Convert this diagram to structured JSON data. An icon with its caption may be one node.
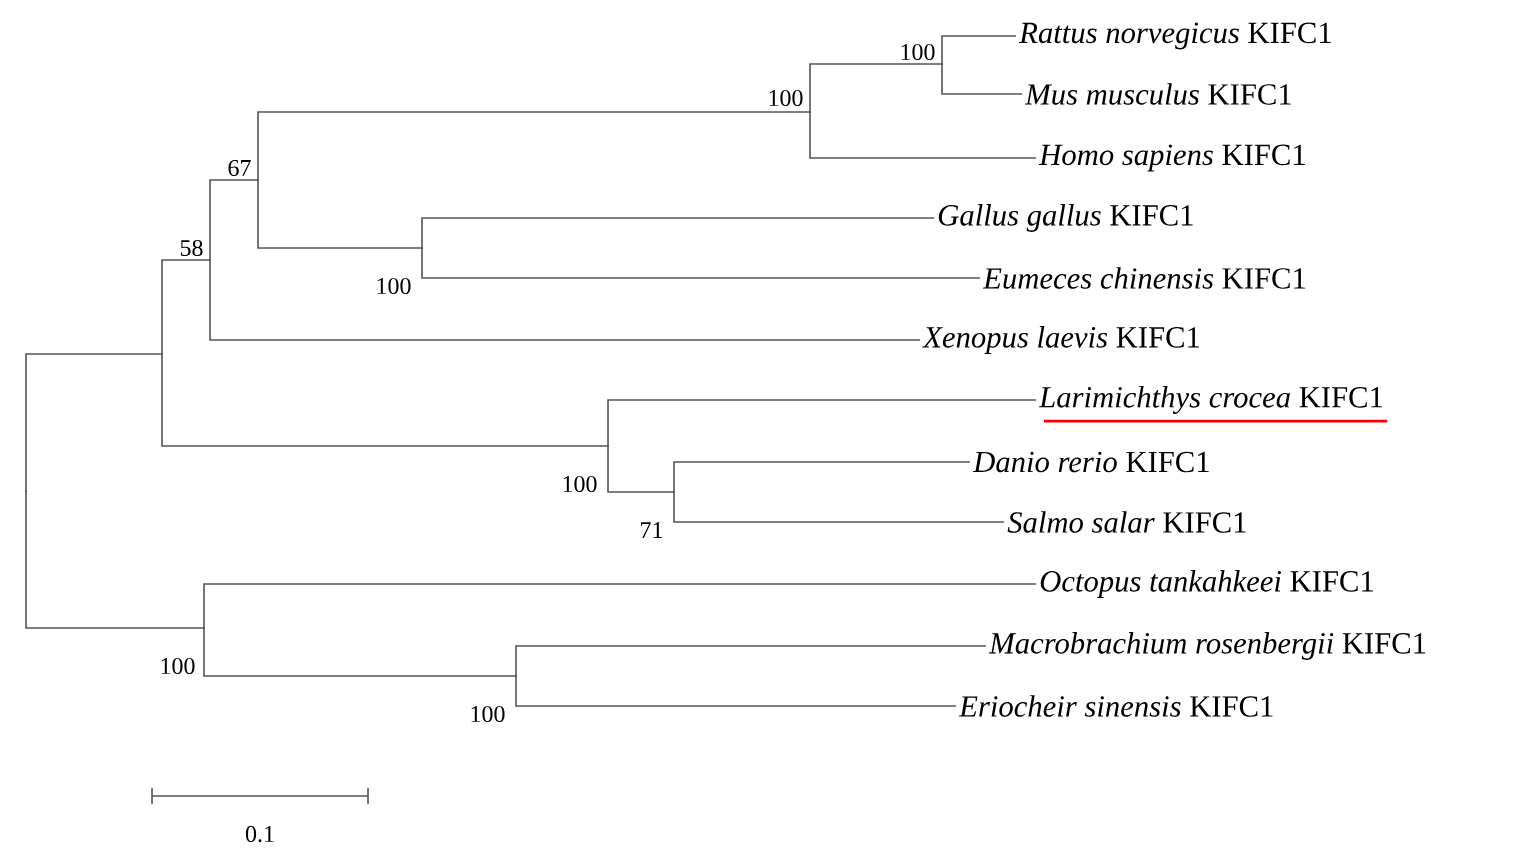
{
  "diagram": {
    "nodes": [
      {
        "text": [],
        "shape": "point"
      },
      {
        "text": [],
        "shape": "point"
      },
      {
        "text": [],
        "shape": "point",
        "beside": [
          "58"
        ]
      },
      {
        "text": [],
        "shape": "point",
        "beside": [
          "67"
        ]
      },
      {
        "text": [],
        "shape": "point",
        "beside": [
          "100"
        ]
      },
      {
        "text": [],
        "shape": "point",
        "beside": [
          "100"
        ]
      },
      {
        "text": [
          "*Rattus norvegicus* KIFC1"
        ]
      },
      {
        "text": [
          "*Mus musculus* KIFC1"
        ]
      },
      {
        "text": [
          "*Homo sapiens* KIFC1"
        ]
      },
      {
        "text": [],
        "shape": "point",
        "beside": [
          "100"
        ]
      },
      {
        "text": [
          "*Gallus gallus* KIFC1"
        ]
      },
      {
        "text": [
          "*Eumeces chinensis* KIFC1"
        ]
      },
      {
        "text": [
          "*Xenopus laevis* KIFC1"
        ]
      },
      {
        "text": [],
        "shape": "point",
        "beside": [
          "100"
        ]
      },
      {
        "text": [
          "*Larimichthys crocea* KIFC1"
        ]
      },
      {
        "text": [],
        "shape": "point",
        "beside": [
          "71"
        ]
      },
      {
        "text": [
          "*Danio rerio* KIFC1"
        ]
      },
      {
        "text": [
          "*Salmo salar* KIFC1"
        ]
      },
      {
        "text": [],
        "shape": "point",
        "beside": [
          "100"
        ]
      },
      {
        "text": [
          "*Octopus tankahkeei* KIFC1"
        ]
      },
      {
        "text": [],
        "shape": "point",
        "beside": [
          "100"
        ]
      },
      {
        "text": [
          "*Macrobrachium rosenbergii* KIFC1"
        ]
      },
      {
        "text": [
          "*Eriocheir sinensis* KIFC1"
        ]
      }
    ],
    "edges": [
      {
        "from": 0,
        "to": 1,
        "arrow": "none"
      },
      {
        "from": 1,
        "to": 2,
        "arrow": "none"
      },
      {
        "from": 2,
        "to": 3,
        "arrow": "none"
      },
      {
        "from": 3,
        "to": 4,
        "arrow": "none"
      },
      {
        "from": 4,
        "to": 5,
        "arrow": "none"
      },
      {
        "from": 5,
        "to": 6,
        "arrow": "none"
      },
      {
        "from": 5,
        "to": 7,
        "arrow": "none"
      },
      {
        "from": 4,
        "to": 8,
        "arrow": "none"
      },
      {
        "from": 3,
        "to": 9,
        "arrow": "none"
      },
      {
        "from": 9,
        "to": 10,
        "arrow": "none"
      },
      {
        "from": 9,
        "to": 11,
        "arrow": "none"
      },
      {
        "from": 2,
        "to": 12,
        "arrow": "none"
      },
      {
        "from": 1,
        "to": 13,
        "arrow": "none"
      },
      {
        "from": 13,
        "to": 14,
        "arrow": "none"
      },
      {
        "from": 13,
        "to": 15,
        "arrow": "none"
      },
      {
        "from": 15,
        "to": 16,
        "arrow": "none"
      },
      {
        "from": 15,
        "to": 17,
        "arrow": "none"
      },
      {
        "from": 0,
        "to": 18,
        "arrow": "none"
      },
      {
        "from": 18,
        "to": 19,
        "arrow": "none"
      },
      {
        "from": 18,
        "to": 20,
        "arrow": "none"
      },
      {
        "from": 20,
        "to": 21,
        "arrow": "none"
      },
      {
        "from": 20,
        "to": 22,
        "arrow": "none"
      }
    ],
    "labels": [
      "0.1"
    ]
  }
}
